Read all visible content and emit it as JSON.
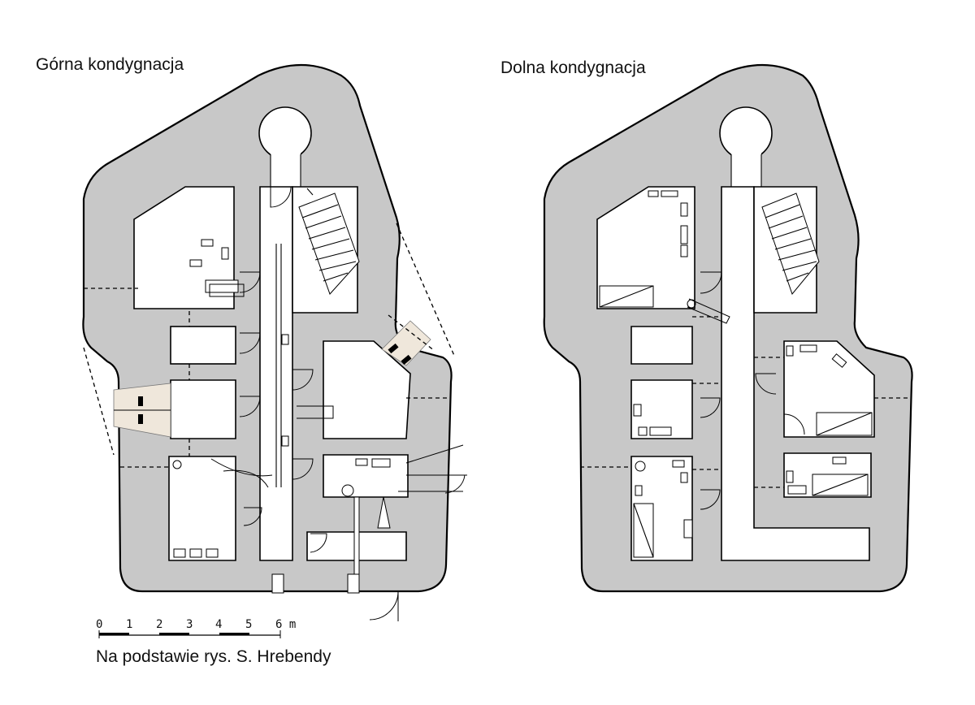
{
  "titles": {
    "upper": "Górna kondygnacja",
    "lower": "Dolna kondygnacja"
  },
  "credit": "Na podstawie rys. S. Hrebendy",
  "scale": {
    "ticks": [
      "0",
      "1",
      "2",
      "3",
      "4",
      "5",
      "6 m"
    ]
  },
  "colors": {
    "concrete": "#c8c8c8",
    "outline": "#000000",
    "room": "#ffffff",
    "embrasure": "#efe7db"
  }
}
